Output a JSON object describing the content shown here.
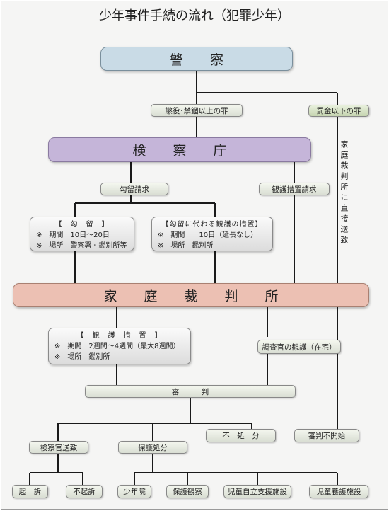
{
  "title": "少年事件手続の流れ（犯罪少年）",
  "nodes": {
    "police": "警　　察",
    "over_imprisonment": "懲役･禁錮以上の罪",
    "fine_or_less": "罰金以下の罪",
    "prosecutor": "検　　察　　庁",
    "detention_request": "勾留請求",
    "observation_request": "観護措置請求",
    "detention": {
      "title": "【　勾　留　】",
      "line1": "※　期間　10日～20日",
      "line2": "※　場所　警察署・鑑別所等"
    },
    "alt_detention": {
      "title": "【勾留に代わる観護の措置】",
      "line1": "※　期間　　10日（延長なし）",
      "line2": "※　場所　鑑別所"
    },
    "direct_to_family_court": "家庭裁判所に直接送致",
    "family_court": "家　　庭　　裁　　判　　所",
    "protective_observation": {
      "title": "【　観　護　措　置　】",
      "line1": "※　期間　2週間～4週間（最大8週間）",
      "line2": "※　場所　鑑別所"
    },
    "investigator_observation": "調査官の観護（在宅）",
    "hearing": "審　　　判",
    "no_disposition": "不　処　分",
    "hearing_not_commenced": "審判不開始",
    "referral_to_prosecutor": "検察官送致",
    "protective_disposition": "保護処分",
    "indictment": "起　訴",
    "non_indictment": "不起訴",
    "juvenile_training_school": "少年院",
    "probation": "保護観察",
    "children_self_reliance_facility": "児童自立支援施設",
    "childrens_home": "児童養護施設"
  },
  "colors": {
    "police_fill": "#c9dbe6",
    "prosecutor_fill": "#c5b5d9",
    "family_court_fill": "#ecc0b3",
    "line": "#1a1a1a"
  }
}
